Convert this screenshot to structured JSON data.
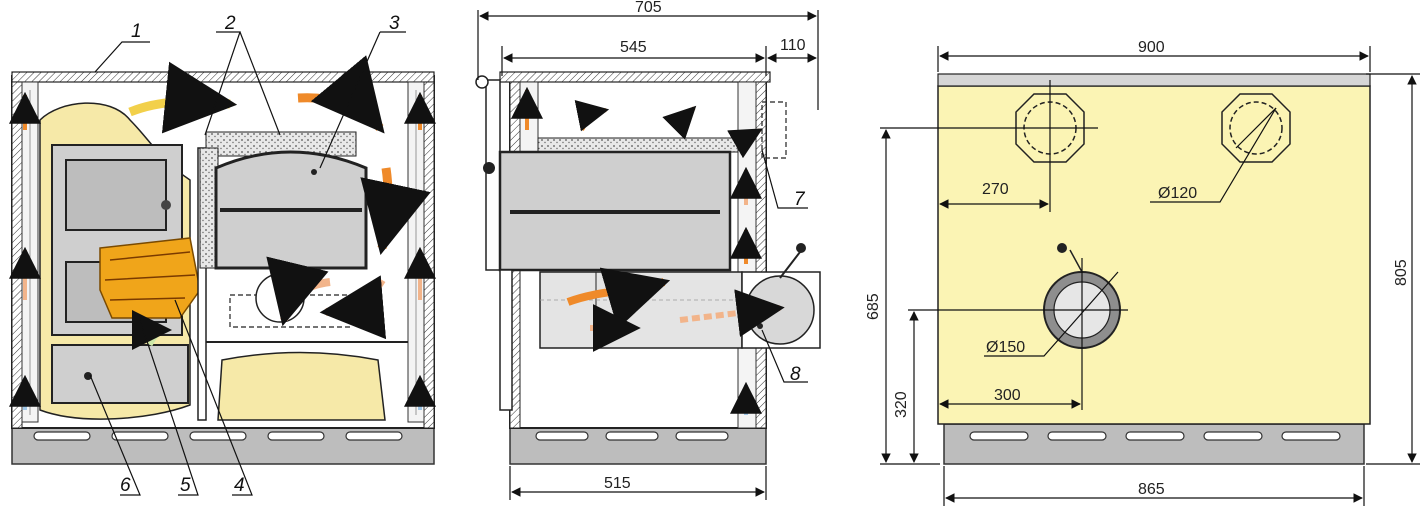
{
  "callouts": {
    "c1": "1",
    "c2": "2",
    "c3": "3",
    "c4": "4",
    "c5": "5",
    "c6": "6",
    "c7": "7",
    "c8": "8"
  },
  "side_view": {
    "overall_depth": "705",
    "inner_depth": "545",
    "offset": "110",
    "base_depth": "515"
  },
  "back_view": {
    "width": "900",
    "base_width": "865",
    "height": "805",
    "flue_height": "685",
    "inlet_height": "320",
    "flue_offset": "270",
    "inlet_offset": "300",
    "flue_diameter": "Ø120",
    "inlet_diameter": "Ø150"
  },
  "colors": {
    "insulation": "#f6e9a8",
    "panel": "#fbf4b4",
    "steel": "#d6d6d6",
    "base": "#bdbdbd",
    "hot_air": "#ef8a2a",
    "warm_air": "#f2b48a",
    "cold_air": "#9fc6e6"
  }
}
